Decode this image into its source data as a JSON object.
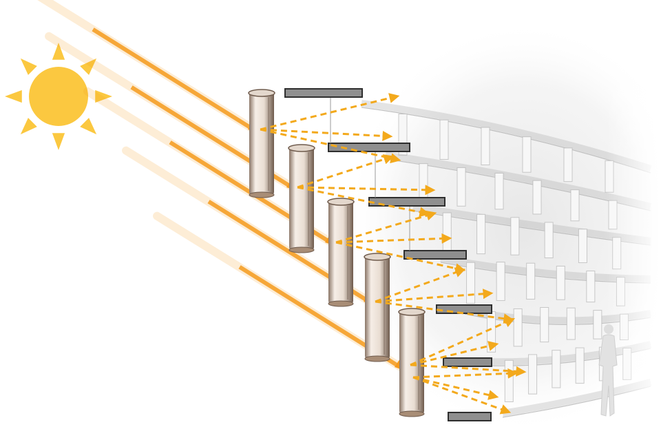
{
  "colors": {
    "sun": "#fbc840",
    "sun_ray": "#fbc840",
    "light_beam": "#f59a1c",
    "reflected_arrow": "#f3a91c",
    "shelf_fill": "#8f8f8f",
    "shelf_stroke": "#2e2e2e",
    "column_fill": "#efe5dc",
    "column_edge": "#6e5a4c",
    "building_line": "#b3b3b3",
    "background": "#ffffff"
  },
  "icons": {
    "sun": "sun-icon",
    "person": "person-silhouette-icon"
  },
  "diagram": {
    "levels": 6,
    "beams_per_level": 1,
    "reflected_arrows_per_level": 3
  }
}
